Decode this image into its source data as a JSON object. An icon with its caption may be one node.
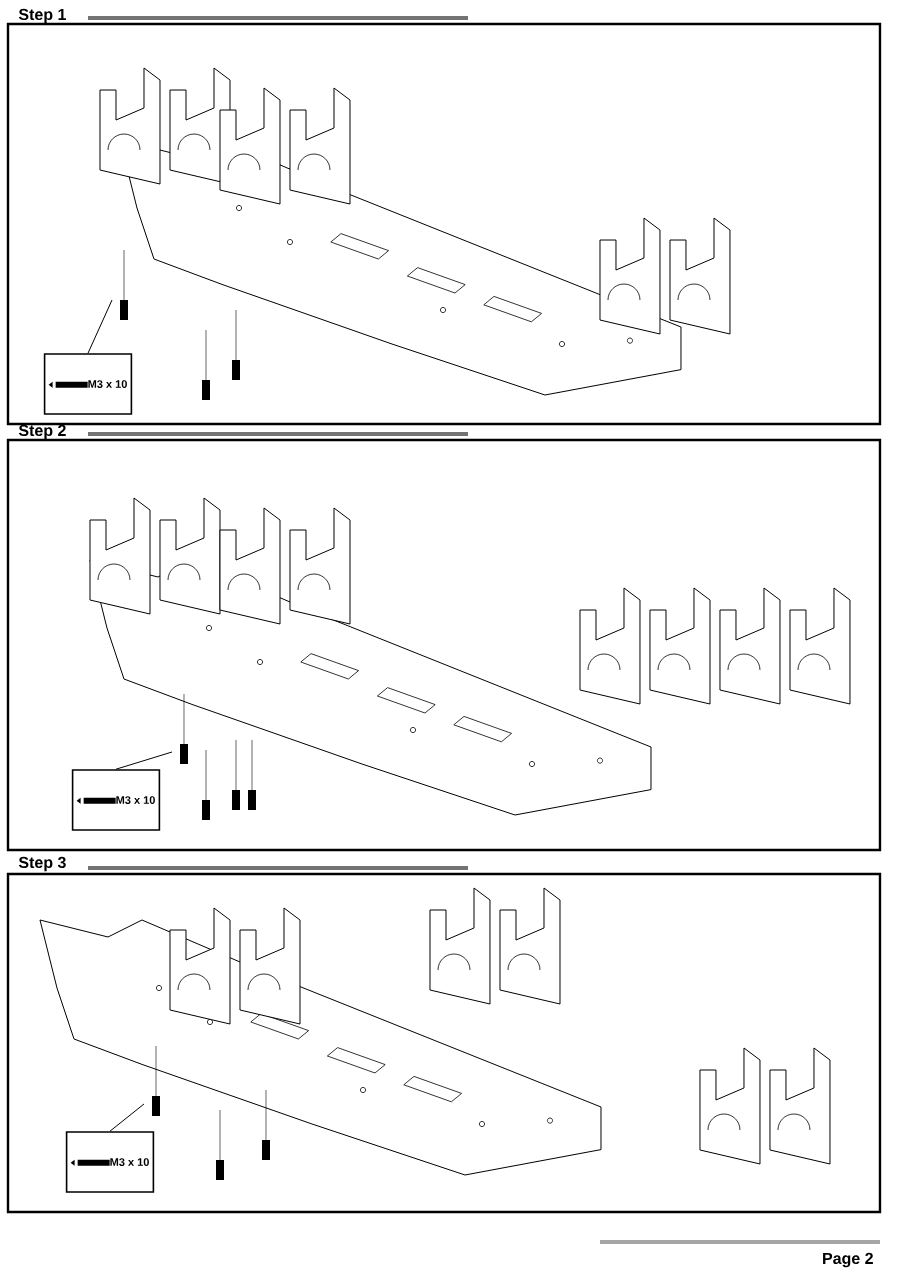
{
  "diagram": {
    "nodes": [
      {
        "text": [
          "M3 x 10"
        ]
      },
      {
        "text": [
          "M3 x 10"
        ]
      },
      {
        "text": [
          "M3 x 10"
        ]
      }
    ],
    "edges": [
      {
        "from": 0,
        "to": null,
        "arrow": "none"
      },
      {
        "from": 1,
        "to": null,
        "arrow": "none"
      },
      {
        "from": 2,
        "to": null,
        "arrow": "none"
      }
    ],
    "labels": [
      "Step 1",
      "Step 2",
      "Step 3",
      "Page 2"
    ]
  }
}
